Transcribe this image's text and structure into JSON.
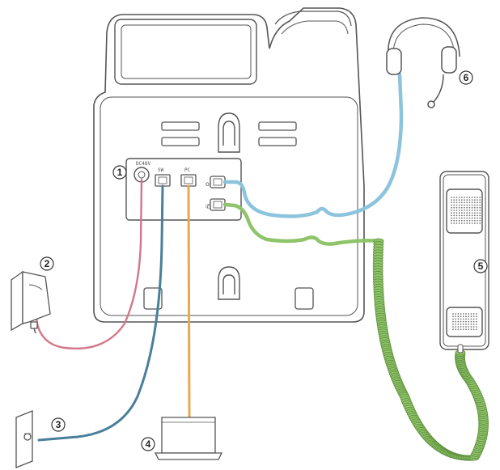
{
  "callouts": [
    {
      "number": "1",
      "label": "power-port"
    },
    {
      "number": "2",
      "label": "power-adapter"
    },
    {
      "number": "3",
      "label": "wall-network-jack"
    },
    {
      "number": "4",
      "label": "pc"
    },
    {
      "number": "5",
      "label": "handset"
    },
    {
      "number": "6",
      "label": "headset"
    }
  ],
  "port_labels": {
    "power": "DC48V",
    "network": "SW",
    "pc": "PC"
  },
  "colors": {
    "outline": "#555555",
    "power_cable": "#d2778a",
    "network_cable": "#4a7f9a",
    "pc_cable": "#e6a94e",
    "headset_cable": "#8cc4de",
    "handset_cable": "#8fc46a",
    "handset_cord_dark": "#5e8f3c"
  }
}
